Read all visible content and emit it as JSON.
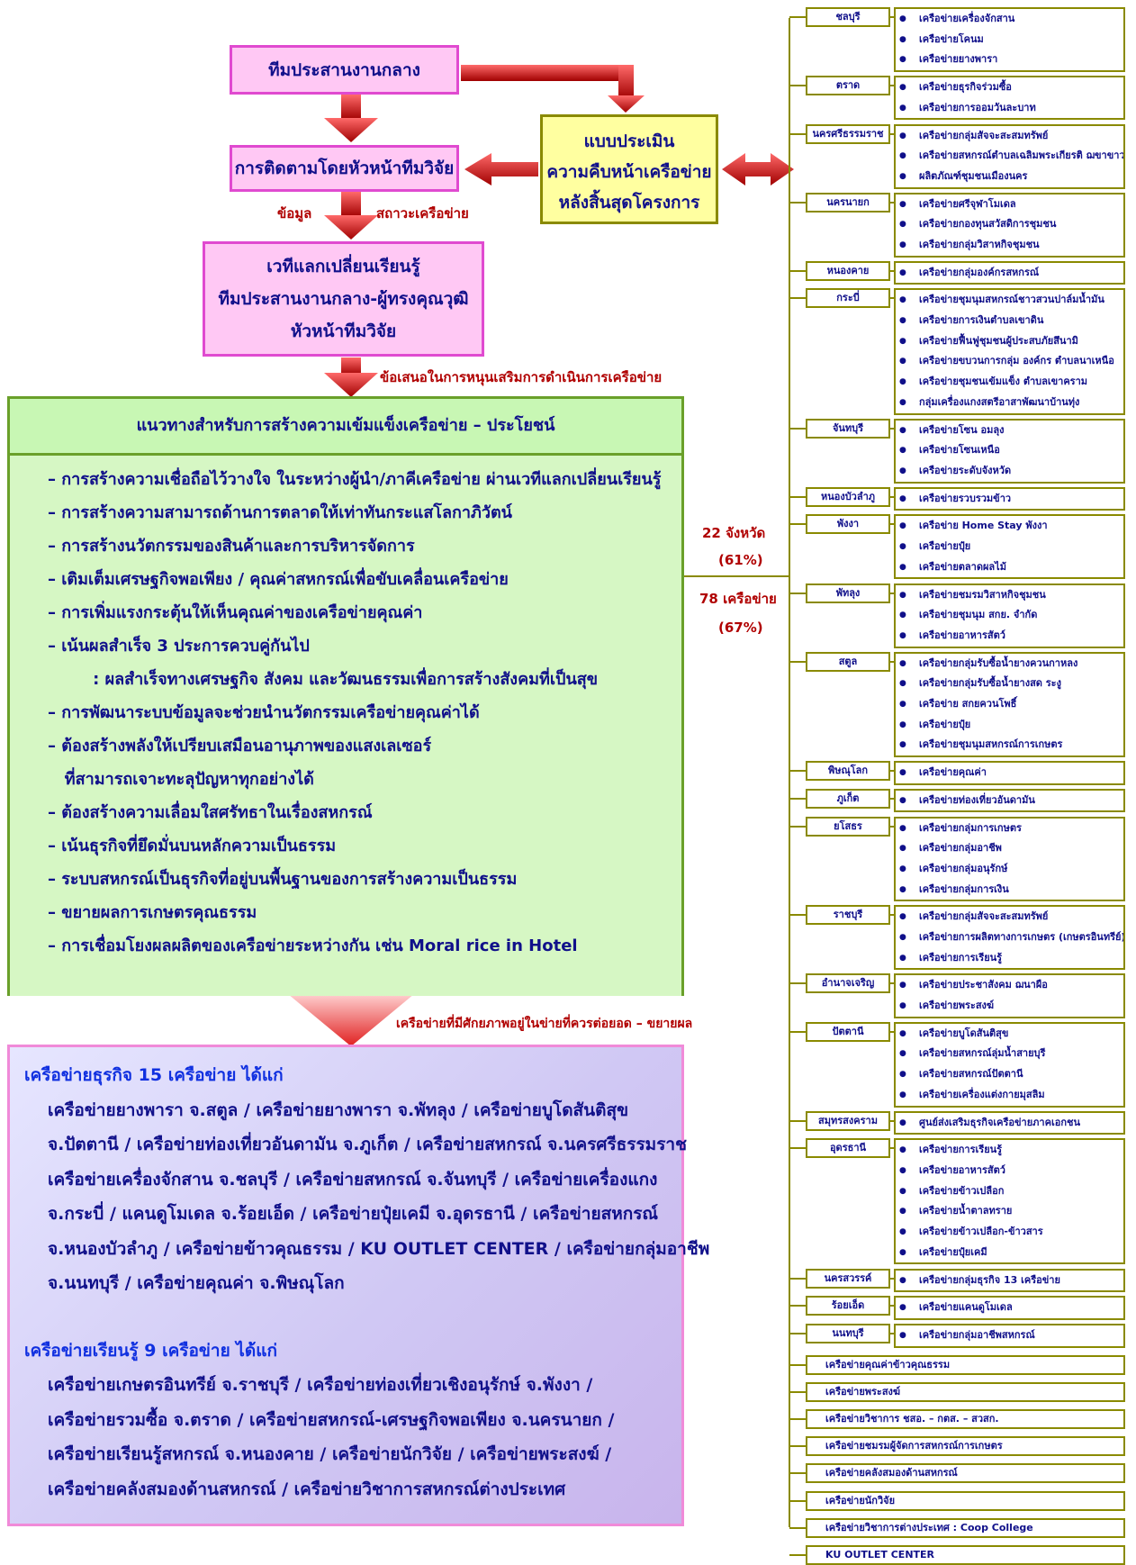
{
  "flow": {
    "central_team": "ทีมประสานงานกลาง",
    "followup": "การติดตามโดยหัวหน้าทีมวิจัย",
    "assessment": [
      "แบบประเมิน",
      "ความคืบหน้าเครือข่าย",
      "หลังสิ้นสุดโครงการ"
    ],
    "label_data": "ข้อมูล",
    "label_status": "สถาวะเครือข่าย",
    "forum": [
      "เวทีแลกเปลี่ยนเรียนรู้",
      "ทีมประสานงานกลาง-ผู้ทรงคุณวุฒิ",
      "หัวหน้าทีมวิจัย"
    ],
    "label_suggest": "ข้อเสนอในการหนุนเสริมการดำเนินการเครือข่าย",
    "label_potential": "เครือข่ายที่มีศักยภาพอยู่ในข่ายที่ควรต่อยอด – ขยายผล"
  },
  "guidelines": {
    "title": "แนวทางสำหรับการสร้างความเข้มแข็งเครือข่าย – ประโยชน์",
    "items": [
      "– การสร้างความเชื่อถือไว้วางใจ ในระหว่างผู้นำ/ภาคีเครือข่าย ผ่านเวทีแลกเปลี่ยนเรียนรู้",
      "– การสร้างความสามารถด้านการตลาดให้เท่าทันกระแสโลกาภิวัตน์",
      "– การสร้างนวัตกรรมของสินค้าและการบริหารจัดการ",
      "– เติมเต็มเศรษฐกิจพอเพียง / คุณค่าสหกรณ์เพื่อขับเคลื่อนเครือข่าย",
      "– การเพิ่มแรงกระตุ้นให้เห็นคุณค่าของเครือข่ายคุณค่า",
      "– เน้นผลสำเร็จ 3 ประการควบคู่กันไป",
      "        : ผลสำเร็จทางเศรษฐกิจ สังคม และวัฒนธรรมเพื่อการสร้างสังคมที่เป็นสุข",
      "– การพัฒนาระบบข้อมูลจะช่วยนำนวัตกรรมเครือข่ายคุณค่าได้",
      "– ต้องสร้างพลังให้เปรียบเสมือนอานุภาพของแสงเลเซอร์",
      "   ที่สามารถเจาะทะลุปัญหาทุกอย่างได้",
      "– ต้องสร้างความเลื่อมใสศรัทธาในเรื่องสหกรณ์",
      "– เน้นธุรกิจที่ยึดมั่นบนหลักความเป็นธรรม",
      "– ระบบสหกรณ์เป็นธุรกิจที่อยู่บนพื้นฐานของการสร้างความเป็นธรรม",
      "– ขยายผลการเกษตรคุณธรรม",
      "– การเชื่อมโยงผลผลิตของเครือข่ายระหว่างกัน เช่น Moral rice in Hotel"
    ]
  },
  "stats": {
    "provinces": "22 จังหวัด",
    "provinces_pct": "(61%)",
    "networks": "78 เครือข่าย",
    "networks_pct": "(67%)"
  },
  "potential": {
    "business_head": "เครือข่ายธุรกิจ 15 เครือข่าย ได้แก่",
    "business_lines": [
      "เครือข่ายยางพารา จ.สตูล / เครือข่ายยางพารา จ.พัทลุง / เครือข่ายบูโดสันติสุข",
      "จ.ปัตตานี / เครือข่ายท่องเที่ยวอันดามัน จ.ภูเก็ต / เครือข่ายสหกรณ์ จ.นครศรีธรรมราช",
      "เครือข่ายเครื่องจักสาน จ.ชลบุรี / เครือข่ายสหกรณ์ จ.จันทบุรี / เครือข่ายเครื่องแกง",
      "จ.กระบี่ / แคนดูโมเดล จ.ร้อยเอ็ด / เครือข่ายปุ๋ยเคมี จ.อุดรธานี / เครือข่ายสหกรณ์",
      "จ.หนองบัวลำภู / เครือข่ายข้าวคุณธรรม / KU OUTLET CENTER / เครือข่ายกลุ่มอาชีพ",
      "จ.นนทบุรี / เครือข่ายคุณค่า จ.พิษณุโลก"
    ],
    "learning_head": "เครือข่ายเรียนรู้ 9 เครือข่าย ได้แก่",
    "learning_lines": [
      "เครือข่ายเกษตรอินทรีย์ จ.ราชบุรี / เครือข่ายท่องเที่ยวเชิงอนุรักษ์ จ.พังงา /",
      "เครือข่ายรวมซื้อ จ.ตราด / เครือข่ายสหกรณ์-เศรษฐกิจพอเพียง จ.นครนายก /",
      "เครือข่ายเรียนรู้สหกรณ์ จ.หนองคาย / เครือข่ายนักวิจัย / เครือข่ายพระสงฆ์ /",
      "เครือข่ายคลังสมองด้านสหกรณ์ / เครือข่ายวิชาการสหกรณ์ต่างประเทศ"
    ]
  },
  "provinces": [
    {
      "name": "ชลบุรี",
      "networks": [
        "เครือข่ายเครื่องจักสาน",
        "เครือข่ายโคนม",
        "เครือข่ายยางพารา"
      ]
    },
    {
      "name": "ตราด",
      "networks": [
        "เครือข่ายธุรกิจร่วมซื้อ",
        "เครือข่ายการออมวันละบาท"
      ]
    },
    {
      "name": "นครศรีธรรมราช",
      "networks": [
        "เครือข่ายกลุ่มสัจจะสะสมทรัพย์",
        "เครือข่ายสหกรณ์ตำบลเฉลิมพระเกียรติ ฌขาขาว",
        "ผลิตภัณฑ์ชุมชนเมืองนคร"
      ]
    },
    {
      "name": "นครนายก",
      "networks": [
        "เครือข่ายศรีจุฬาโมเดล",
        "เครือข่ายกองทุนสวัสดิการชุมชน",
        "เครือข่ายกลุ่มวิสาหกิจชุมชน"
      ]
    },
    {
      "name": "หนองคาย",
      "networks": [
        "เครือข่ายกลุ่มองค์กรสหกรณ์"
      ]
    },
    {
      "name": "กระบี่",
      "networks": [
        "เครือข่ายชุมนุมสหกรณ์ชาวสวนปาล์มน้ำมัน",
        "เครือข่ายการเงินตำบลเขาดิน",
        "เครือข่ายฟื้นฟูชุมชนผู้ประสบภัยสึนามิ",
        "เครือข่ายขบวนการกลุ่ม องค์กร ตำบลนาเหนือ",
        "เครือข่ายชุมชนเข้มแข็ง ตำบลเขาคราม",
        "กลุ่มเครื่องแกงสตรีอาสาพัฒนาบ้านทุ่ง"
      ]
    },
    {
      "name": "จันทบุรี",
      "networks": [
        "เครือข่ายโซน อมลุง",
        "เครือข่ายโซนเหนือ",
        "เครือข่ายระดับจังหวัด"
      ]
    },
    {
      "name": "หนองบัวลำภู",
      "networks": [
        "เครือข่ายรวบรวมข้าว"
      ]
    },
    {
      "name": "พังงา",
      "networks": [
        "เครือข่าย Home Stay พังงา",
        "เครือข่ายปุ๋ย",
        "เครือข่ายตลาดผลไม้"
      ]
    },
    {
      "name": "พัทลุง",
      "networks": [
        "เครือข่ายชมรมวิสาหกิจชุมชน",
        "เครือข่ายชุมนุม สกย. จำกัด",
        "เครือข่ายอาหารสัตว์"
      ]
    },
    {
      "name": "สตูล",
      "networks": [
        "เครือข่ายกลุ่มรับซื้อน้ำยางควนกาหลง",
        "เครือข่ายกลุ่มรับซื้อน้ำยางสด ระงู",
        "เครือข่าย สกยควนโพธิ์",
        "เครือข่ายปุ๋ย",
        "เครือข่ายชุมนุมสหกรณ์การเกษตร"
      ]
    },
    {
      "name": "พิษณุโลก",
      "networks": [
        "เครือข่ายคุณค่า"
      ]
    },
    {
      "name": "ภูเก็ต",
      "networks": [
        "เครือข่ายท่องเที่ยวอันดามัน"
      ]
    },
    {
      "name": "ยโสธร",
      "networks": [
        "เครือข่ายกลุ่มการเกษตร",
        "เครือข่ายกลุ่มอาชีพ",
        "เครือข่ายกลุ่มอนุรักษ์",
        "เครือข่ายกลุ่มการเงิน"
      ]
    },
    {
      "name": "ราชบุรี",
      "networks": [
        "เครือข่ายกลุ่มสัจจะสะสมทรัพย์",
        "เครือข่ายการผลิตทางการเกษตร (เกษตรอินทรีย์)",
        "เครือข่ายการเรียนรู้"
      ]
    },
    {
      "name": "อำนาจเจริญ",
      "networks": [
        "เครือข่ายประชาสังคม ฌนาผือ",
        "เครือข่ายพระสงฆ์"
      ]
    },
    {
      "name": "ปัตตานี",
      "networks": [
        "เครือข่ายบูโดสันติสุข",
        "เครือข่ายสหกรณ์ลุ่มน้ำสายบุรี",
        "เครือข่ายสหกรณ์ปัตตานี",
        "เครือข่ายเครื่องแต่งกายมุสลิม"
      ]
    },
    {
      "name": "สมุทรสงคราม",
      "networks": [
        "ศูนย์ส่งเสริมธุรกิจเครือข่ายภาคเอกชน"
      ]
    },
    {
      "name": "อุดรธานี",
      "networks": [
        "เครือข่ายการเรียนรู้",
        "เครือข่ายอาหารสัตว์",
        "เครือข่ายข้าวเปลือก",
        "เครือข่ายน้ำตาลทราย",
        "เครือข่ายข้าวเปลือก-ข้าวสาร",
        "เครือข่ายปุ๋ยเคมี"
      ]
    },
    {
      "name": "นครสวรรค์",
      "networks": [
        "เครือข่ายกลุ่มธุรกิจ 13 เครือข่าย"
      ]
    },
    {
      "name": "ร้อยเอ็ด",
      "networks": [
        "เครือข่ายแคนดูโมเดล"
      ]
    },
    {
      "name": "นนทบุรี",
      "networks": [
        "เครือข่ายกลุ่มอาชีพสหกรณ์"
      ]
    }
  ],
  "bottom_networks": [
    "เครือข่ายคุณค่าข้าวคุณธรรม",
    "เครือข่ายพระสงฆ์",
    "เครือข่ายวิชาการ ชสอ. – กตส. – สวสก.",
    "เครือข่ายชมรมผู้จัดการสหกรณ์การเกษตร",
    "เครือข่ายคลังสมองด้านสหกรณ์",
    "เครือข่ายนักวิจัย",
    "เครือข่ายวิชาการต่างประเทศ : Coop College",
    "KU OUTLET CENTER"
  ],
  "colors": {
    "pink": "#ffc8f4",
    "yellow": "#ffffa0",
    "green": "#c8f7b4",
    "arrow": "#c00000",
    "text": "#10108a"
  }
}
